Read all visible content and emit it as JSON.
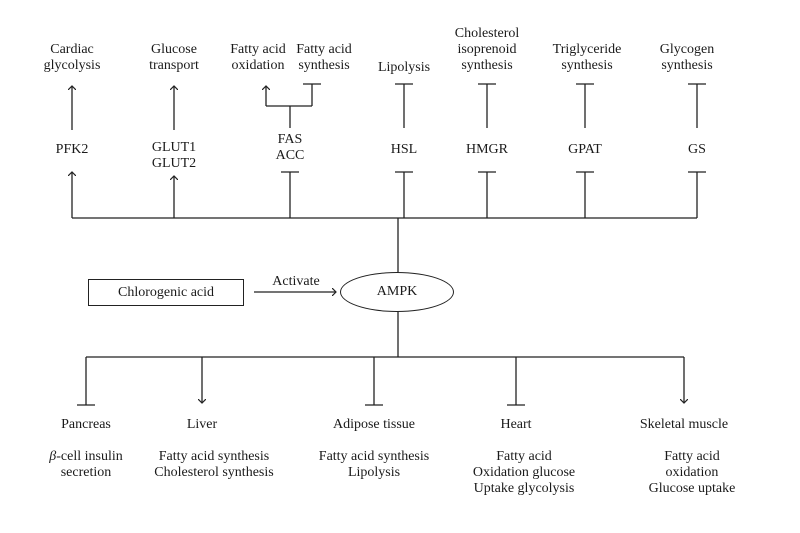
{
  "top": {
    "targets": [
      "Cardiac\nglycolysis",
      "Glucose\ntransport",
      "Fatty acid\noxidation",
      "Fatty acid\nsynthesis",
      "Lipolysis",
      "Cholesterol\nisoprenoid\nsynthesis",
      "Triglyceride\nsynthesis",
      "Glycogen\nsynthesis"
    ],
    "enzymes": [
      "PFK2",
      "GLUT1\nGLUT2",
      "FAS\nACC",
      "HSL",
      "HMGR",
      "GPAT",
      "GS"
    ]
  },
  "center": {
    "compound": "Chlorogenic acid",
    "action": "Activate",
    "kinase": "AMPK"
  },
  "bottom": {
    "tissues": [
      "Pancreas",
      "Liver",
      "Adipose tissue",
      "Heart",
      "Skeletal muscle"
    ],
    "pancreas_beta_symbol": "β",
    "pancreas_effect_rest": "-cell insulin",
    "pancreas_effect_line2": "secretion",
    "effects": [
      "Fatty acid synthesis\nCholesterol synthesis",
      "Fatty acid synthesis\nLipolysis",
      "Fatty acid\nOxidation glucose\nUptake glycolysis",
      "Fatty acid oxidation\nGlucose uptake"
    ]
  }
}
